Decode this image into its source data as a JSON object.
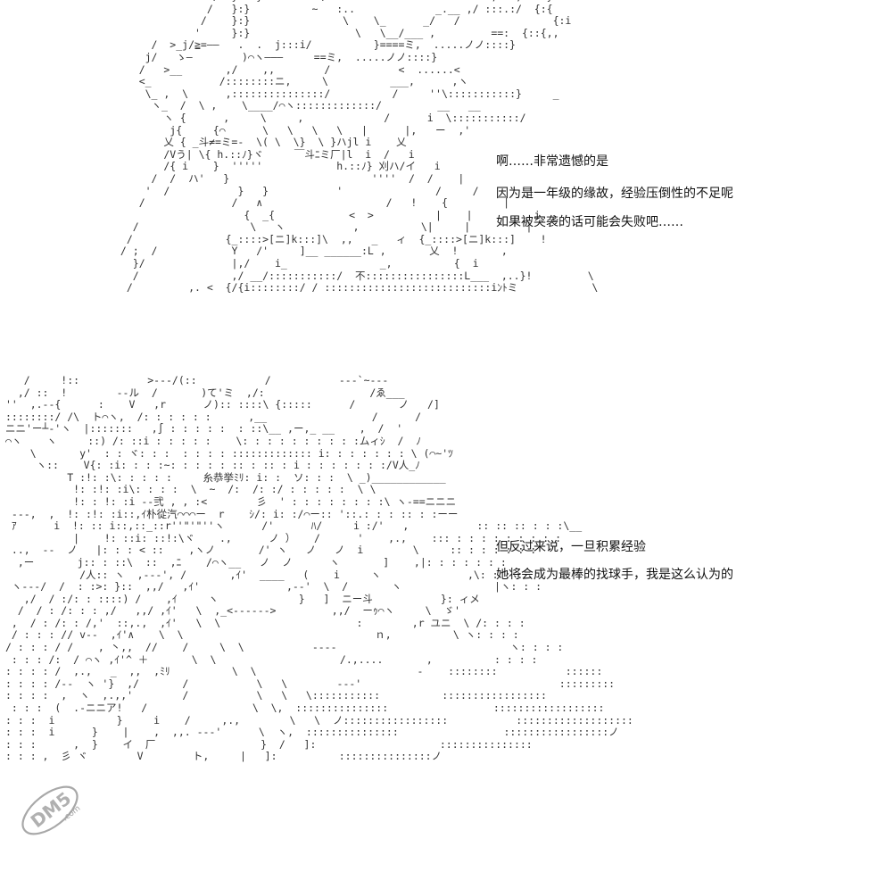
{
  "ascii_art_top": "                /  }:::}         \\     ''::.        '    '   ,   ,=:::}\n               /   }:}          ~   :..             _.__ ,/ :::.:/  {:{\n              /    }:}               \\    \\_      _/   /               {:i\n             '     }:}                 \\   \\__/___ ,         ==:  {::{,,\n      /  >_j/≧=――   .  .  j:::i/          }====ミ,  .....ノノ::::}\n     j/   ゝ―        )⌒ヽ―――     ==ミ,  .....ノノ::::}\n    /   >__       ,/    ,,        /           <  ......<\n    <_           /::::::::ニ,     \\          ___,      ,ヽ\n     \\_ ,  \\      ,:::::::::::::::/          /     ''\\:::::::::::}     _\n      ヽ_  /  \\ ,    \\____/⌒ヽ:::::::::::::/         __   __\n        ヽ {      ,     \\     ,             /      i  \\:::::::::::/\n         j{     {⌒      \\   \\   \\   \\   |      |,   ー  ,'\n        乂 { _斗≠=ミ=-  \\( \\  \\}  \\ }ハjl i    乂\n        /Vう| \\{ h.::ﾉ}ヾ     ￣斗ﾆミ厂|l  i  /   i\n        /{ i    }  '''''            h.::ﾉ} 刈ハ/イ   i\n      /  /  ハ'   }                       ''''  /  /    |\n     '  /           }   }           '               /     /        |\n    /              /   ∧                    /   !    {         |\n                     {  _{            <  >          |    |          i\n   /                  \\   ヽ           ,          \\|     |         |\n  /               {_::::>[ニ]k:::]\\  ,,   _   ィ  {_::::>[ニ]k:::]    !\n / ;  /            Y   /'     ]__ ______:L ,       乂  !       ,\n   }/              |,/    i_               _,          {  i\n   /               ,/ __/:::::::::::/  不::::::::::::::::L___  ,..}!         \\\n  /         ,. <  {/{i::::::::/ / :::::::::::::::::::::::::::iﾝﾄミ            \\",
  "ascii_art_bottom": "   /     !::           >---/(::           /           ---`~---\n  ,/ ::  !        --ル  /       )て'ミ  ,/:                 /ゑ___\n''  ,.--{      :    V   ,r      ノ):: ::::\\ {:::::      /       ノ   /]\n::::::::/ /\\  ト⌒ヽ,  /: : : : : :      ,__                 /      /\nニニ'ー┴-'ヽ  |:::::::   ,∫ : : : : :  : ::\\__ ,ー,_ __    ,  /  '\n⌒ヽ    ヽ     ::) /: ::i : : : : :    \\: : : : : : : : : :ムィｼ  /  ﾉ\n    \\       y'  : : ヾ: : :  : : : : ::::::::::::: i: : : : : : : \\ (⌒~'ﾂ\n     ヽ::    V{: :i: : : :~: : : : : :: : :: : i : : : : : : :/V人_ﾉ\n          T :!: :\\: : : : :     糸恭挙ﾐﾘ: i: :  ソ: : :  \\ _)____________\n           !: :!: :i\\: : : :  \\  ~  /:  /: :/ : : : : :  \\ \\\n           !: : !: :i --弐 , , :<        彡  ' : : : : : : : :\\ ヽ-==ニニニ\n ---,  ,  !: :!: :i::,ｲ朴從汽⌒⌒⌒ー  r    ｼ/: i: :/⌒ー:: '::.: : : :: : :ーー\n ｱ      i  !: :: i::,::_::r''\"'\"''ヽ      /'      ﾊ/     i :/'   ,           :: :: :: : : :\\__\n           |    !: ::i: ::!:\\ヾ    .,      ノ ）   /      '    ,.,    ::: : : : : : : : : :\n ..,  --  ノ   |: : : < ::    ,ヽノ       /' ヽ   ノ   ノ  i        \\     :: : : : : : :\n  ,ー       j:: : ::\\  ::  ,ﾆ    /⌒ヽ__   ノ  ノ      ヽ       ]    ,|: : : : : : :\n            /人:: ヽ  ,---', /       ,ｲ'  ____   (    i     ヽ              ,\\: : : :\n ヽ---/  /  : :>: }::  ,,/   ,ｲ'              ,--'  \\  /       ヽ               |ヽ: : :\n   ,/  / :/: : ::::) /    ,ｲ     ヽ             }   ]  ニー斗           }: ィメ\n  /  / : /: : : ,/   ,,/ ,ｲ'   \\  ,_<------>         ,,/  ーｩ⌒ヽ     \\  ゞ'\n ,  / : /: : /,'  ::,.,  ,ｲ'   \\  \\                      :        ,r ユニ  \\ /: : : :\n / : : : // v--  ,ｲ'∧    \\  \\                               ｎ,          \\ ヽ: : : :\n/ : : : / /    , 丶,,  //    /     \\  \\           ----                            ヽ: : : :\n : : : /:  / ⌒ヽ ,ｲ'^ ＋       \\  \\                    /.,....       ,          : : : :\n: : : : /  ,.,   _  ,,  ,ﾐﾘ          \\  \\                          -    ::::::::           ::::::\n: : : : /--  ヽ '}  ,/       /           \\   \\        ---'                                :::::::::\n: : : :  ,  ヽ  ,.,,'        /           \\   \\   \\:::::::::::          :::::::::::::::::\n : : :  (  .-ニニア!   /                 \\  \\,  :::::::::::::::                 ::::::::::::::::::\n: : :  i          }     i    /     ,.,        \\   \\  ノ:::::::::::::::::           :::::::::::::::::::\n: : :  i      }    |    ,  ,,. ---'      \\  ヽ,  :::::::::::::::                 :::::::::::::::::ノ\n: : :      ,  }    イ  厂                 }  /   ]:                    :::::::::::::::\n: : : ,  彡 ヾ        V        ト,     |   ]:          :::::::::::::::ノ",
  "dialogue_1": {
    "lines": [
      "啊……非常遗憾的是",
      "因为是一年级的缘故，经验压倒性的不足呢",
      "如果被突袭的话可能会失败吧……"
    ]
  },
  "dialogue_2": {
    "lines": [
      "但反过来说，一旦积累经验",
      "她将会成为最棒的找球手，我是这么认为的"
    ]
  },
  "watermark": {
    "text": "DM5",
    "suffix": ".com",
    "color": "#9a9a9a"
  }
}
